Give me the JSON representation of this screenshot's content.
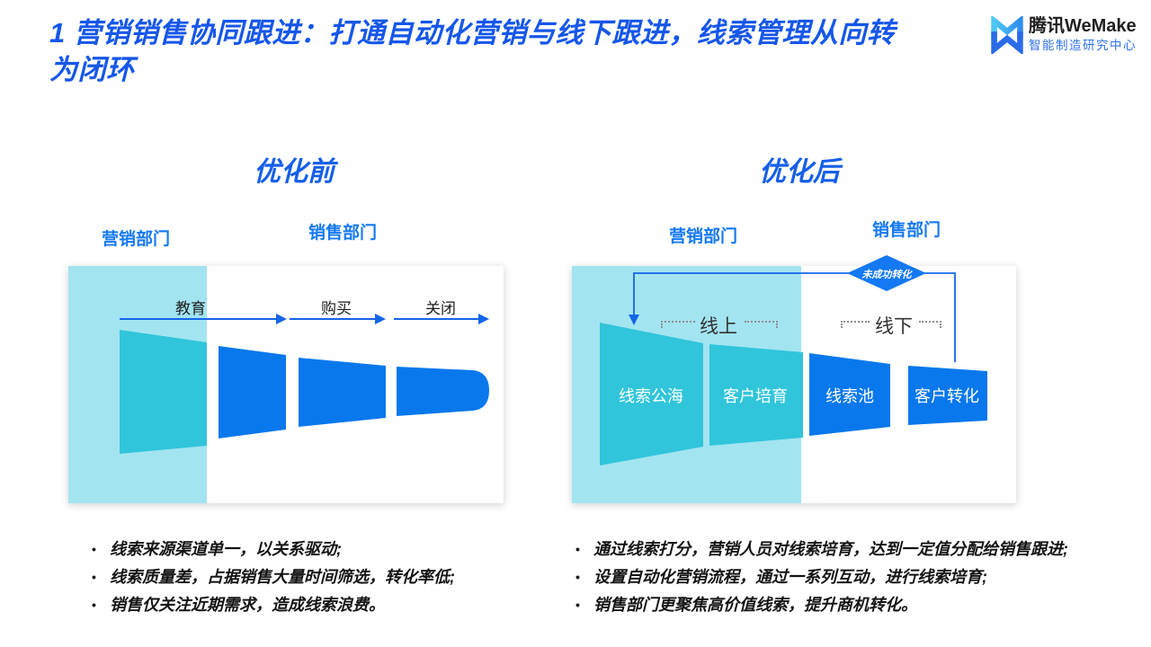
{
  "header": {
    "title_line1": "1 营销销售协同跟进：打通自动化营销与线下跟进，线索管理从向转",
    "title_line2": "为闭环",
    "logo": {
      "brand": "腾讯WeMake",
      "subtitle": "智能制造研究中心"
    }
  },
  "colors": {
    "title_blue": "#1657E9",
    "dept_label_blue": "#1479F2",
    "cyan_light": "#A3E4F1",
    "funnel_teal": "#30C5DB",
    "funnel_blue": "#0878EC",
    "line_blue": "#1565E8",
    "diamond_blue": "#1479F2",
    "bullet_text": "#141414"
  },
  "before": {
    "heading": "优化前",
    "marketing_dept": "营销部门",
    "sales_dept": "销售部门",
    "arrows": [
      "教育",
      "购买",
      "关闭"
    ],
    "bullets": [
      "线索来源渠道单一，以关系驱动;",
      "线索质量差，占据销售大量时间筛选，转化率低;",
      "销售仅关注近期需求，造成线索浪费。"
    ]
  },
  "after": {
    "heading": "优化后",
    "marketing_dept": "营销部门",
    "sales_dept": "销售部门",
    "diamond_label": "未成功转化",
    "zone_online": "线上",
    "zone_offline": "线下",
    "funnel": [
      "线索公海",
      "客户培育",
      "线索池",
      "客户转化"
    ],
    "bullets": [
      "通过线索打分，营销人员对线索培育，达到一定值分配给销售跟进;",
      "设置自动化营销流程，通过一系列互动，进行线索培育;",
      "销售部门更聚焦高价值线索，提升商机转化。"
    ]
  }
}
